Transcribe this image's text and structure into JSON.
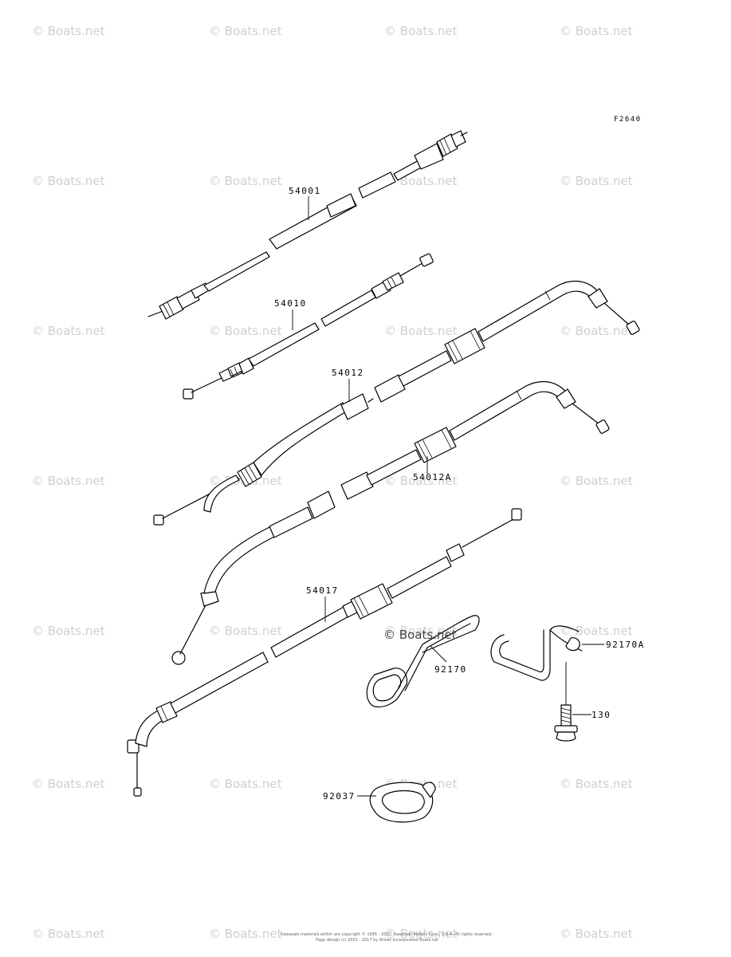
{
  "diagram": {
    "figure_code": "F2640",
    "callouts": {
      "speedo_cable": "54001",
      "tacho_cable": "54010",
      "throttle_cable_a": "54012",
      "throttle_cable_b": "54012A",
      "choke_cable": "54017",
      "clamp": "92170",
      "clamp_a": "92170A",
      "bolt": "130",
      "grommet": "92037"
    },
    "watermark_text": "© Boats.net",
    "footer_lines": [
      "Kawasaki materials within are copyright © 1995 - 2017, Kawasaki Motors Corp., U.S.A. All rights reserved.",
      "Page design (c) 2001 - 2017 by Arinet Incorporated Boats.net"
    ]
  }
}
